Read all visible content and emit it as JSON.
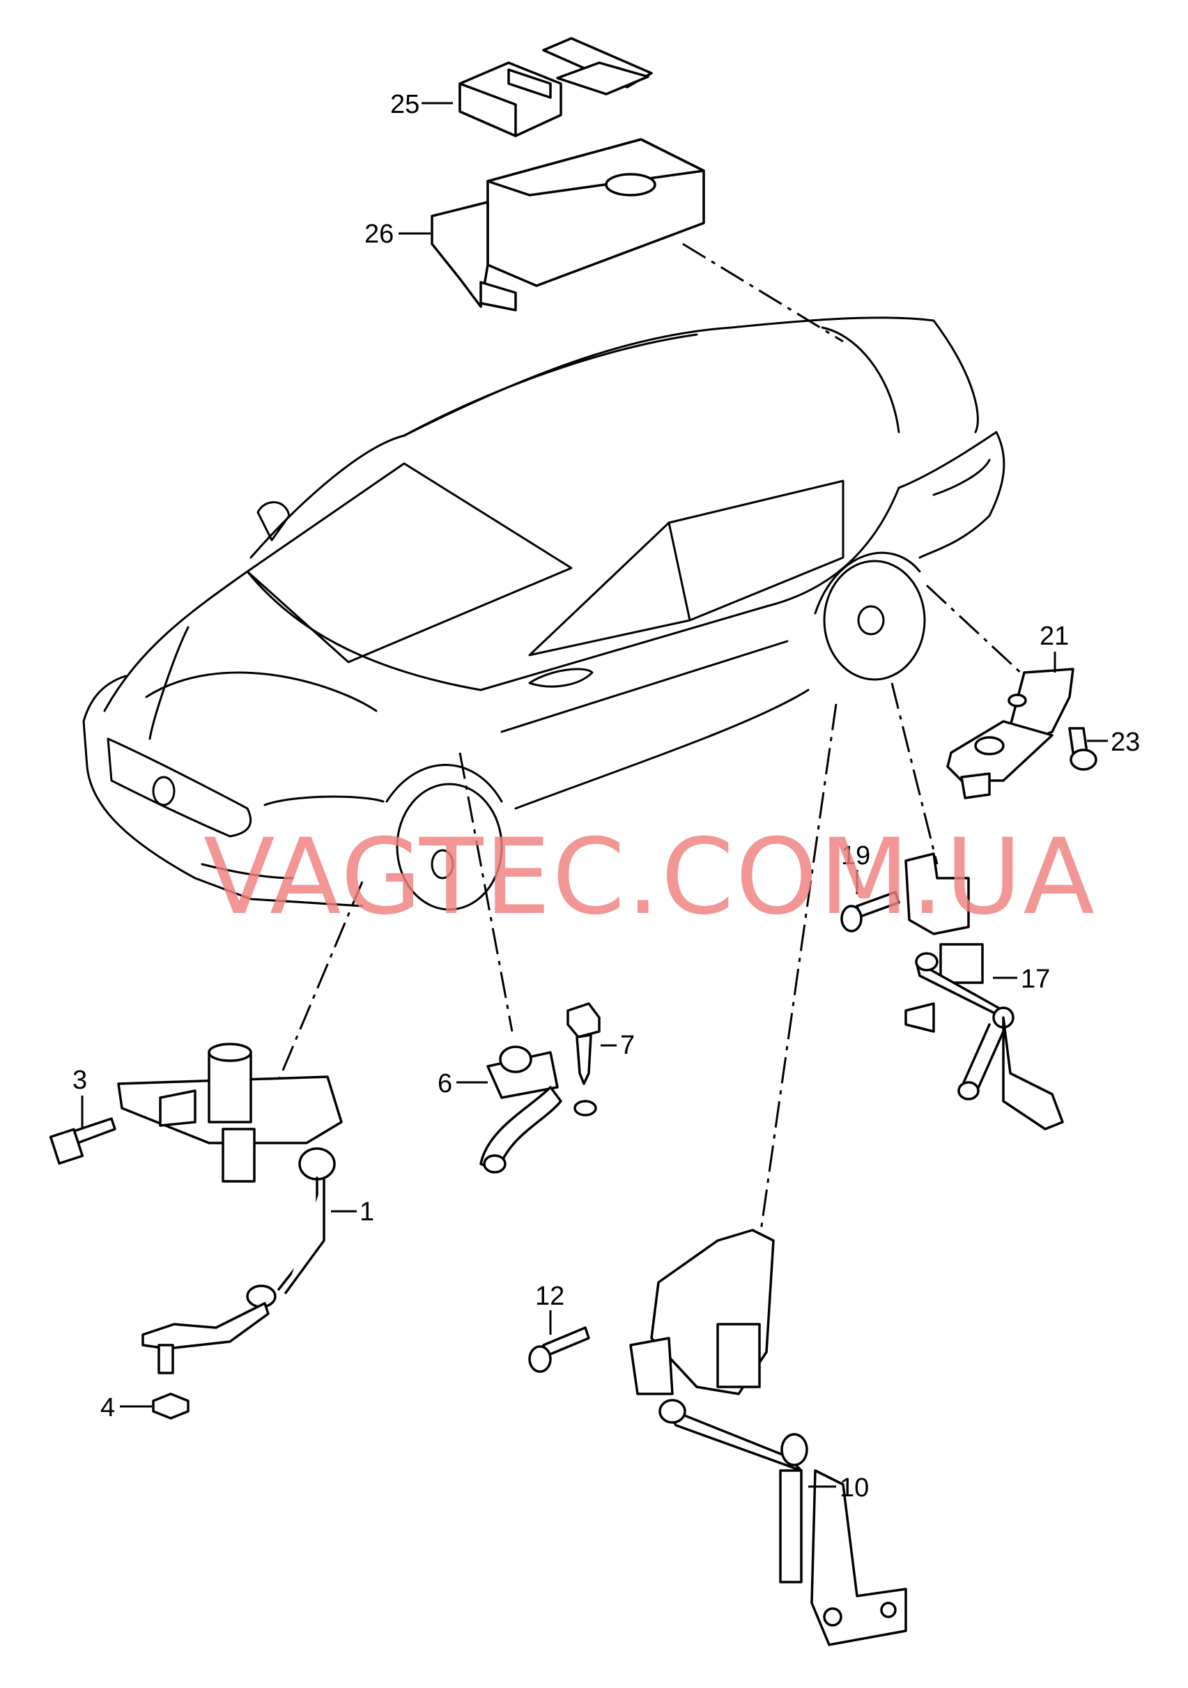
{
  "watermark": "VAGTEC.COM.UA",
  "colors": {
    "watermark": "#f08080",
    "line": "#000000",
    "background": "#ffffff"
  },
  "callouts": {
    "n1": "1",
    "n3": "3",
    "n4": "4",
    "n6": "6",
    "n7": "7",
    "n10": "10",
    "n12": "12",
    "n17": "17",
    "n19": "19",
    "n21": "21",
    "n23": "23",
    "n25": "25",
    "n26": "26"
  }
}
